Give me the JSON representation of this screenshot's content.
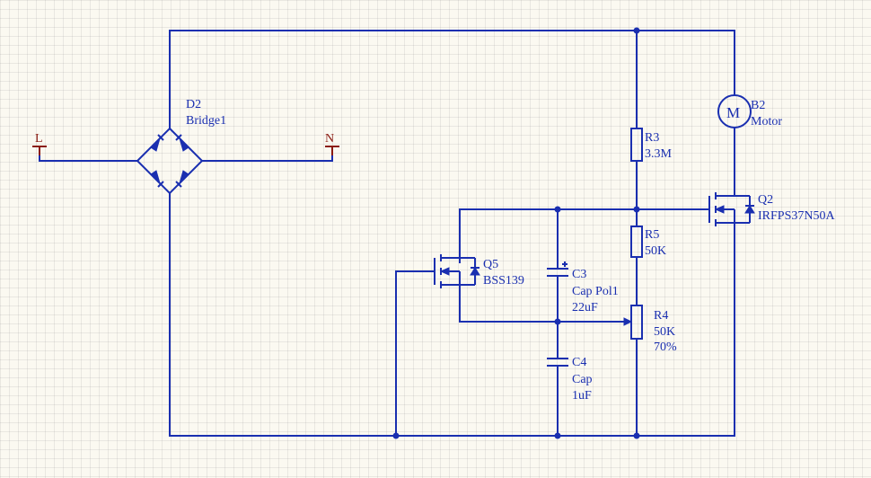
{
  "colors": {
    "wire": "#1a2fb0",
    "port": "#8a1a10",
    "background": "#fbf9f1"
  },
  "ports": {
    "line": "L",
    "neutral": "N"
  },
  "components": {
    "d2": {
      "designator": "D2",
      "value": "Bridge1"
    },
    "b2": {
      "designator": "B2",
      "value": "Motor",
      "symbol": "M"
    },
    "r3": {
      "designator": "R3",
      "value": "3.3M"
    },
    "q2": {
      "designator": "Q2",
      "value": "IRFPS37N50A"
    },
    "r5": {
      "designator": "R5",
      "value": "50K"
    },
    "q5": {
      "designator": "Q5",
      "value": "BSS139"
    },
    "c3": {
      "designator": "C3",
      "value": "Cap Pol1",
      "capacitance": "22uF"
    },
    "r4": {
      "designator": "R4",
      "value": "50K",
      "setting": "70%"
    },
    "c4": {
      "designator": "C4",
      "value": "Cap",
      "capacitance": "1uF"
    }
  }
}
